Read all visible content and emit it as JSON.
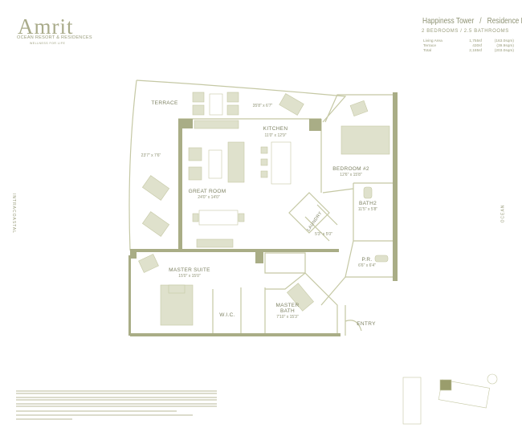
{
  "brand": {
    "name": "Amrit",
    "subtitle": "OCEAN RESORT & RESIDENCES",
    "tagline": "WELLNESS FOR LIFE"
  },
  "header": {
    "tower": "Happiness Tower",
    "separator": "/",
    "residence": "Residence E",
    "beds_baths": "2 BEDROOMS / 2.5 BATHROOMS",
    "areas": [
      {
        "label": "Living Area",
        "sqft": "1,755sf",
        "sqm": "(163.0sqm)"
      },
      {
        "label": "Terrace",
        "sqft": "430sf",
        "sqm": "(39.9sqm)"
      },
      {
        "label": "Total",
        "sqft": "2,185sf",
        "sqm": "(203.0sqm)"
      }
    ]
  },
  "rooms": {
    "terrace": {
      "name": "TERRACE"
    },
    "terrace_top_dim": "35'8\" x 6'7\"",
    "terrace_side_dim": "23'7\" x 7'6\"",
    "kitchen": {
      "name": "KITCHEN",
      "dim": "11'0\" x 12'9\""
    },
    "great_room": {
      "name": "GREAT ROOM",
      "dim": "24'0\" x 14'0\""
    },
    "bedroom2": {
      "name": "BEDROOM #2",
      "dim": "12'6\" x 15'8\""
    },
    "bath2": {
      "name": "BATH2",
      "dim": "11'5\" x 5'8\""
    },
    "laundry": {
      "name": "LAUNDRY",
      "dim": "5'3\" x 5'0\""
    },
    "master_suite": {
      "name": "MASTER SUITE",
      "dim": "15'0\" x 15'0\""
    },
    "pr": {
      "name": "P.R.",
      "dim": "6'6\" x 6'4\""
    },
    "wic": {
      "name": "W.I.C."
    },
    "master_bath": {
      "name": "MASTER BATH",
      "dim": "7'10\" x 15'3\""
    },
    "entry": {
      "name": "ENTRY"
    }
  },
  "orientation": {
    "left": "INTRACOASTAL",
    "right": "OCEAN"
  },
  "colors": {
    "wall": "#a9ad86",
    "line": "#c5c8a4",
    "furniture": "#dfe1cc",
    "highlight": "#9a9d6c"
  }
}
